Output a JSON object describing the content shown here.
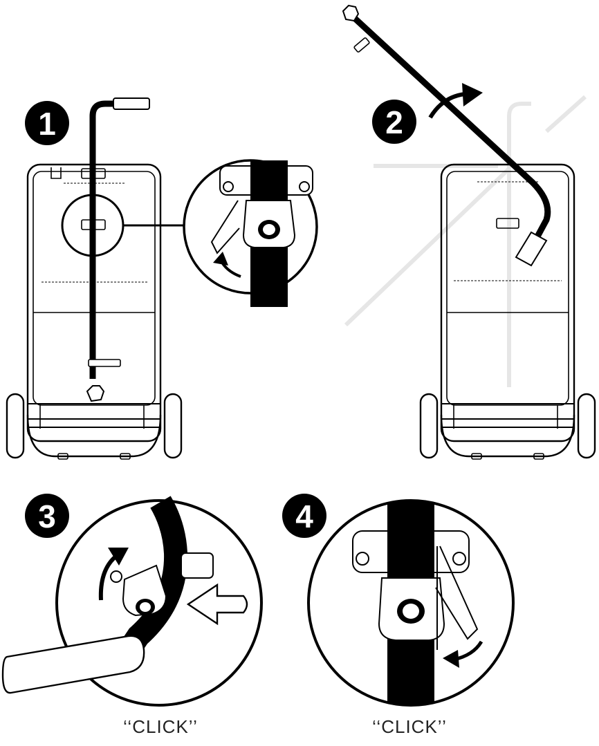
{
  "steps": [
    {
      "number": "1",
      "caption": ""
    },
    {
      "number": "2",
      "caption": ""
    },
    {
      "number": "3",
      "caption": "‘‘CLICK’’"
    },
    {
      "number": "4",
      "caption": "‘‘CLICK’’"
    }
  ],
  "colors": {
    "ink": "#000000",
    "paper": "#ffffff",
    "ghost": "#e6e6e6"
  },
  "icons": [
    "trailer-frame",
    "tow-arm",
    "clamp-bracket",
    "rotate-arrow",
    "push-arrow"
  ]
}
